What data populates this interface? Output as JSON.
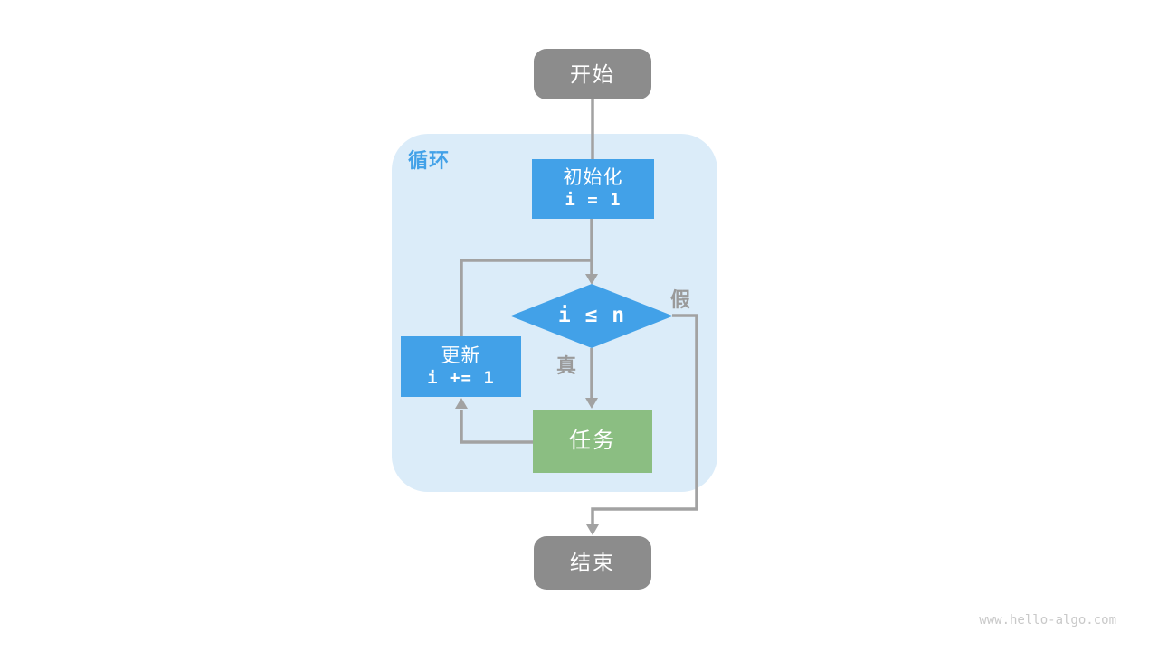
{
  "diagram": {
    "loop_label": "循环",
    "nodes": {
      "start": {
        "label": "开始"
      },
      "init": {
        "title": "初始化",
        "code": "i = 1"
      },
      "condition": {
        "code": "i ≤ n"
      },
      "update": {
        "title": "更新",
        "code": "i += 1"
      },
      "task": {
        "label": "任务"
      },
      "end": {
        "label": "结束"
      }
    },
    "edge_labels": {
      "true_label": "真",
      "false_label": "假"
    },
    "colors": {
      "process_blue": "#42A1E8",
      "task_green": "#8BBE82",
      "terminal_gray": "#8C8C8C",
      "loop_background": "#DBECF9",
      "connector_gray": "#A2A2A2",
      "edge_label_gray": "#9A9A9A",
      "watermark_gray": "#C9C9C9"
    }
  },
  "watermark": {
    "text": "www.hello-algo.com"
  }
}
